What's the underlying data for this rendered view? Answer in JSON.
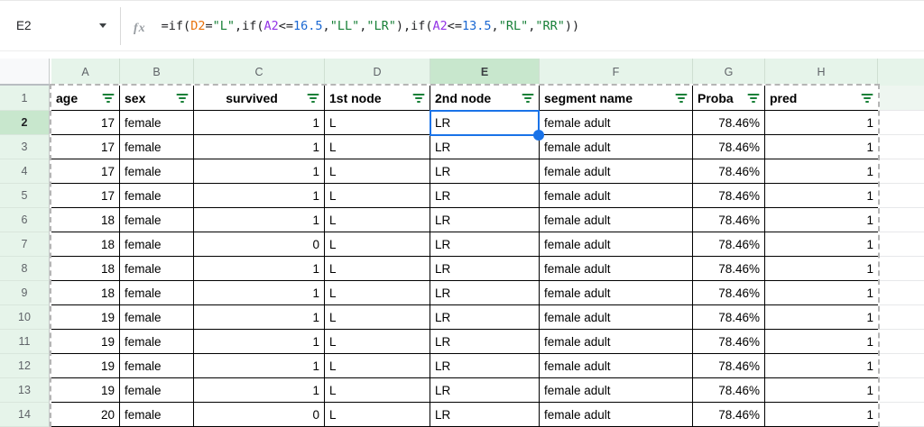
{
  "formula_bar": {
    "name_box": "E2",
    "fx_label": "fx",
    "formula_full": "=if(D2=\"L\",if(A2<=16.5,\"LL\",\"LR\"),if(A2<=13.5,\"RL\",\"RR\"))",
    "tokens": [
      {
        "text": "=if(",
        "type": "plain"
      },
      {
        "text": "D2",
        "type": "ref1"
      },
      {
        "text": "=",
        "type": "plain"
      },
      {
        "text": "\"L\"",
        "type": "string"
      },
      {
        "text": ",if(",
        "type": "plain"
      },
      {
        "text": "A2",
        "type": "ref2"
      },
      {
        "text": "<=",
        "type": "plain"
      },
      {
        "text": "16.5",
        "type": "number"
      },
      {
        "text": ",",
        "type": "plain"
      },
      {
        "text": "\"LL\"",
        "type": "string"
      },
      {
        "text": ",",
        "type": "plain"
      },
      {
        "text": "\"LR\"",
        "type": "string"
      },
      {
        "text": "),if(",
        "type": "plain"
      },
      {
        "text": "A2",
        "type": "ref2"
      },
      {
        "text": "<=",
        "type": "plain"
      },
      {
        "text": "13.5",
        "type": "number"
      },
      {
        "text": ",",
        "type": "plain"
      },
      {
        "text": "\"RL\"",
        "type": "string"
      },
      {
        "text": ",",
        "type": "plain"
      },
      {
        "text": "\"RR\"",
        "type": "string"
      },
      {
        "text": "))",
        "type": "plain"
      }
    ]
  },
  "grid": {
    "columns": [
      {
        "letter": "A",
        "width": 76
      },
      {
        "letter": "B",
        "width": 82
      },
      {
        "letter": "C",
        "width": 145
      },
      {
        "letter": "D",
        "width": 117
      },
      {
        "letter": "E",
        "width": 121
      },
      {
        "letter": "F",
        "width": 170
      },
      {
        "letter": "G",
        "width": 80
      },
      {
        "letter": "H",
        "width": 125
      }
    ],
    "row_numbers": [
      1,
      2,
      3,
      4,
      5,
      6,
      7,
      8,
      9,
      10,
      11,
      12,
      13,
      14
    ],
    "selection": {
      "cell": "E2",
      "column": "E",
      "row": 2,
      "value": "LR"
    },
    "header_row": {
      "labels": [
        "age",
        "sex",
        "survived",
        "1st node",
        "2nd node",
        "segment name",
        "Proba",
        "pred"
      ],
      "align": [
        "left",
        "left",
        "center",
        "left",
        "left",
        "left",
        "left",
        "left"
      ],
      "has_filter_icons": true
    },
    "align": [
      "right",
      "left",
      "right",
      "left",
      "left",
      "left",
      "right",
      "right"
    ],
    "rows": [
      [
        "17",
        "female",
        "1",
        "L",
        "LR",
        "female adult",
        "78.46%",
        "1"
      ],
      [
        "17",
        "female",
        "1",
        "L",
        "LR",
        "female adult",
        "78.46%",
        "1"
      ],
      [
        "17",
        "female",
        "1",
        "L",
        "LR",
        "female adult",
        "78.46%",
        "1"
      ],
      [
        "17",
        "female",
        "1",
        "L",
        "LR",
        "female adult",
        "78.46%",
        "1"
      ],
      [
        "18",
        "female",
        "1",
        "L",
        "LR",
        "female adult",
        "78.46%",
        "1"
      ],
      [
        "18",
        "female",
        "0",
        "L",
        "LR",
        "female adult",
        "78.46%",
        "1"
      ],
      [
        "18",
        "female",
        "1",
        "L",
        "LR",
        "female adult",
        "78.46%",
        "1"
      ],
      [
        "18",
        "female",
        "1",
        "L",
        "LR",
        "female adult",
        "78.46%",
        "1"
      ],
      [
        "19",
        "female",
        "1",
        "L",
        "LR",
        "female adult",
        "78.46%",
        "1"
      ],
      [
        "19",
        "female",
        "1",
        "L",
        "LR",
        "female adult",
        "78.46%",
        "1"
      ],
      [
        "19",
        "female",
        "1",
        "L",
        "LR",
        "female adult",
        "78.46%",
        "1"
      ],
      [
        "19",
        "female",
        "1",
        "L",
        "LR",
        "female adult",
        "78.46%",
        "1"
      ],
      [
        "20",
        "female",
        "0",
        "L",
        "LR",
        "female adult",
        "78.46%",
        "1"
      ]
    ]
  },
  "colors": {
    "accent_blue": "#1a73e8",
    "header_green_light": "#e6f4ea",
    "header_green_active": "#c8e7cd",
    "filter_icon_green": "#188038",
    "cell_border_black": "#000000",
    "range_dash_gray": "#b5b5b5",
    "syntax": {
      "plain": "#202124",
      "ref1": "#e8710a",
      "ref2": "#9334e6",
      "number": "#1967d2",
      "string": "#188038"
    }
  }
}
